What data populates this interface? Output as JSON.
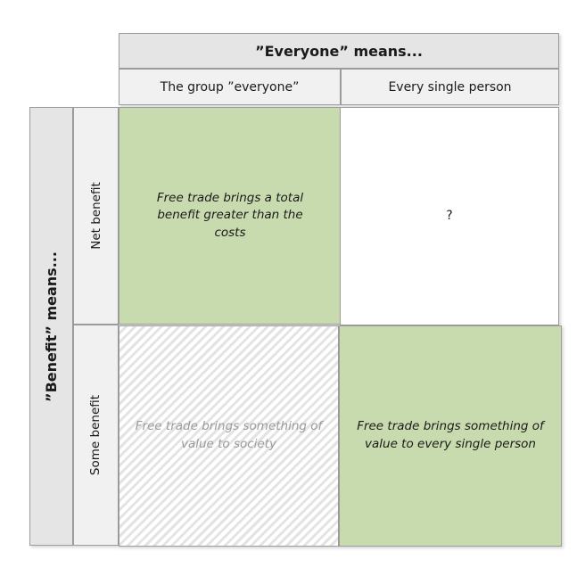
{
  "matrix": {
    "top_axis": {
      "title": "”Everyone” means...",
      "columns": [
        "The group ”everyone”",
        "Every single person"
      ]
    },
    "left_axis": {
      "title": "”Benefit” means...",
      "rows": [
        "Net benefit",
        "Some benefit"
      ]
    },
    "cells": {
      "net_group": "Free trade brings a total benefit greater than the costs",
      "net_person": "?",
      "some_group": "Free trade brings something of value to society",
      "some_person": "Free trade brings something of value to every single person"
    }
  },
  "colors": {
    "highlight_green": "#c8dbae",
    "header_dark_gray": "#e5e5e5",
    "header_light_gray": "#f1f1f1",
    "border_gray": "#9c9c9c",
    "muted_text": "#9b9b9b",
    "hatch_stripe": "#e3e3e3"
  }
}
